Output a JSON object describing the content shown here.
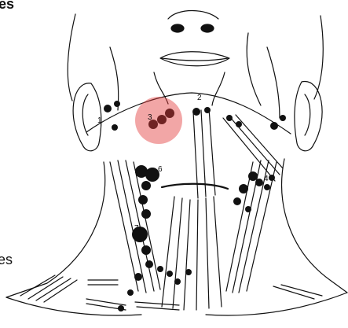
{
  "fragments": {
    "top": "es",
    "bottom": "es"
  },
  "node_labels": {
    "n1": "1",
    "n2": "2",
    "n3": "3",
    "n4": "4",
    "n5": "5",
    "n6": "6",
    "n7": "7"
  },
  "colors": {
    "highlight": "#e23a3a",
    "ink": "#111111",
    "background": "#ffffff"
  },
  "highlight": {
    "node": "3",
    "style": "translucent red circle"
  }
}
